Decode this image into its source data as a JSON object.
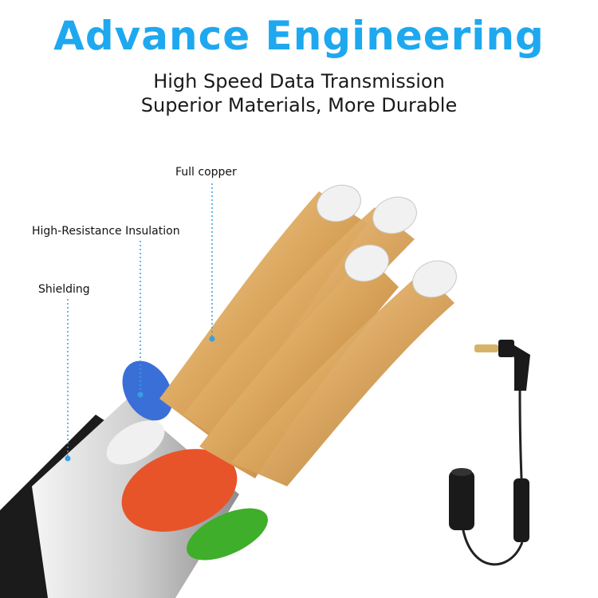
{
  "header": {
    "title": "Advance Engineering",
    "line1": "High Speed Data Transmission",
    "line2": "Superior Materials, More Durable"
  },
  "callouts": {
    "copper": "Full copper",
    "insulation": "High-Resistance Insulation",
    "shielding": "Shielding"
  },
  "colors": {
    "accent": "#1ea8ef",
    "copper": "#d9a35a",
    "insulation_red": "#e8542a",
    "insulation_green": "#3fae2a",
    "insulation_blue": "#3a6fd8"
  }
}
